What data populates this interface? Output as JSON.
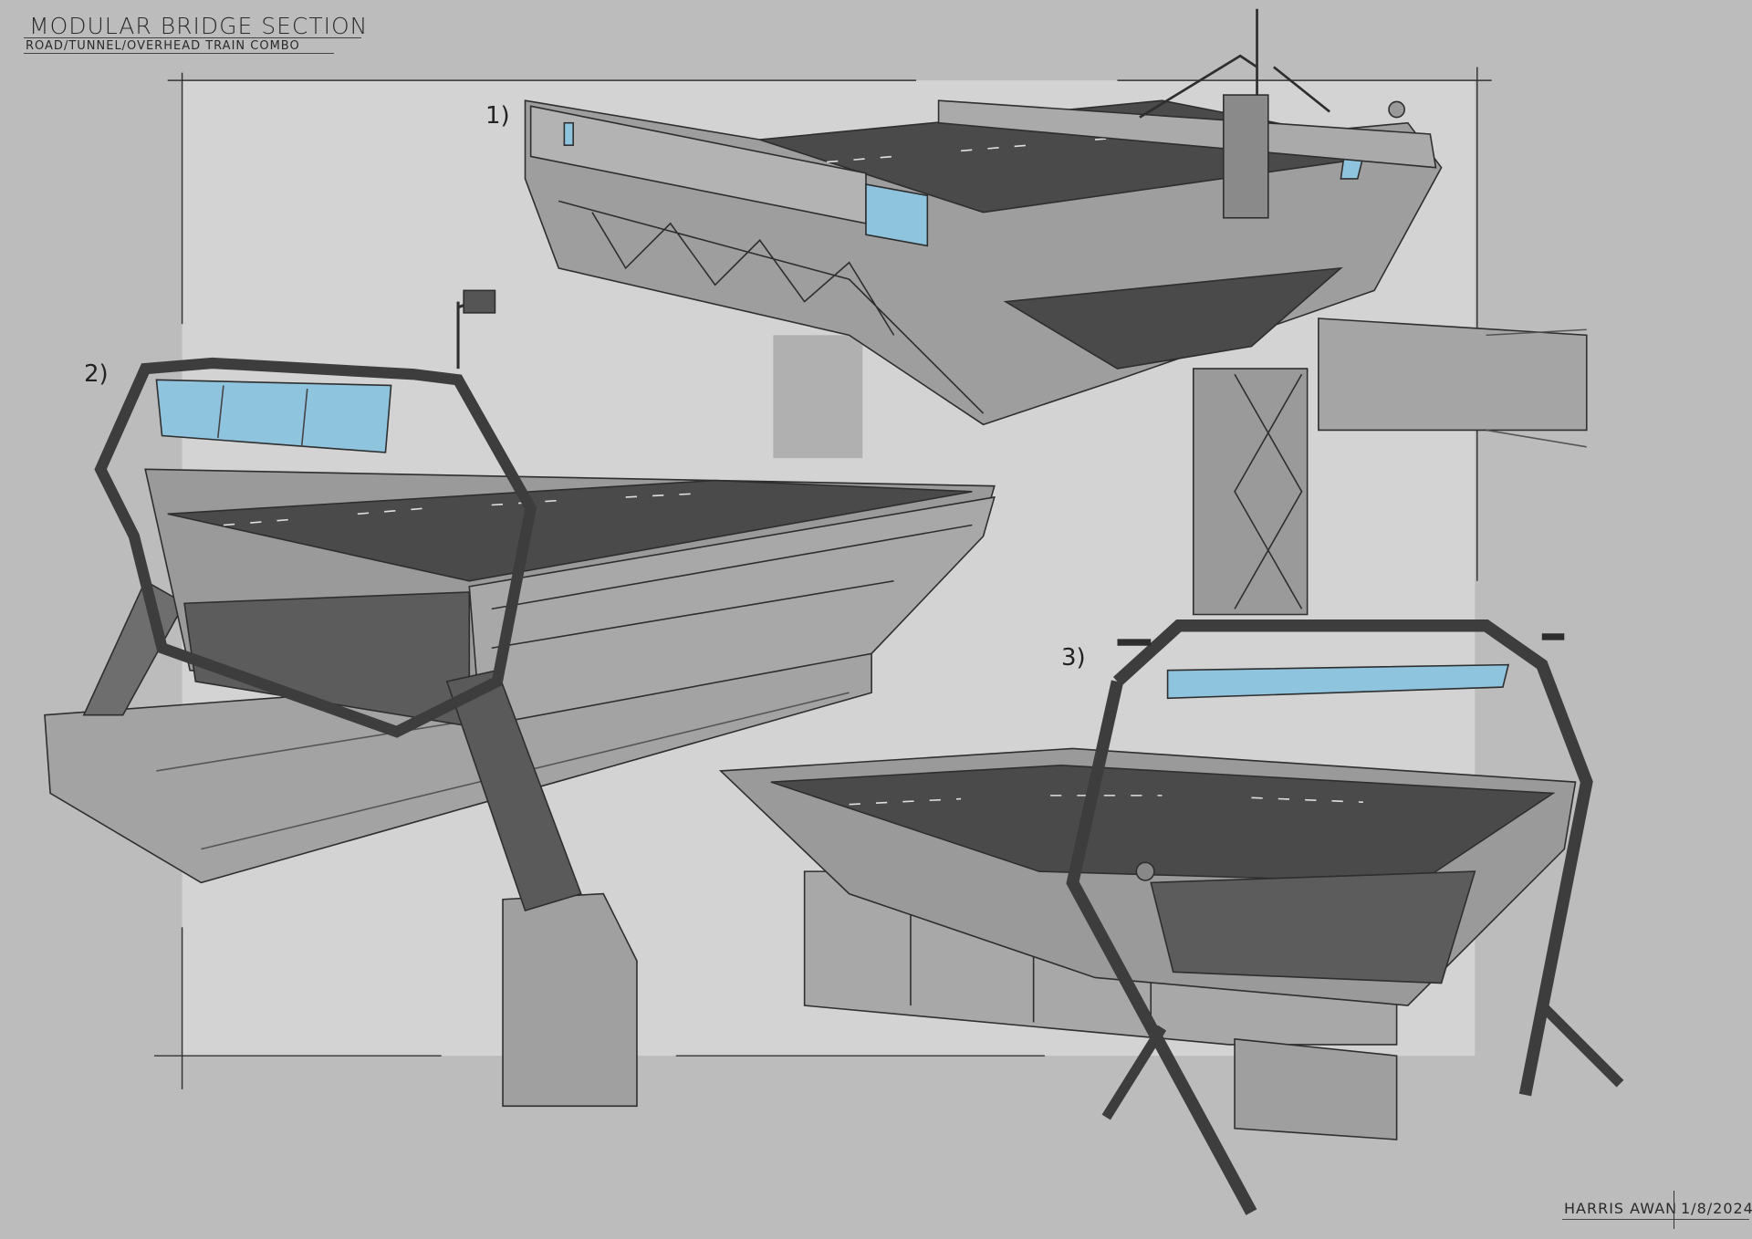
{
  "header": {
    "title": "MODULAR BRIDGE SECTION",
    "subtitle": "ROAD/TUNNEL/OVERHEAD TRAIN COMBO"
  },
  "sketches": [
    {
      "label": "1)"
    },
    {
      "label": "2)"
    },
    {
      "label": "3)"
    }
  ],
  "signature": {
    "artist": "HARRIS AWAN",
    "date": "1/8/2024"
  },
  "colors": {
    "background": "#bcbcbc",
    "panel": "#d3d3d3",
    "structure": "#8e8e8e",
    "road": "#4a4a4a",
    "glass": "#8fc4de"
  }
}
